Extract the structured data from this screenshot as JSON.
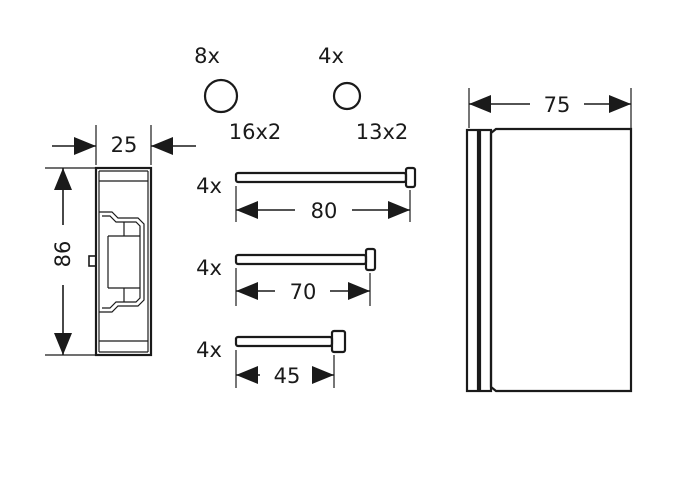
{
  "box": {
    "width_label": "25",
    "height_label": "86"
  },
  "rings": {
    "large": {
      "qty": "8x",
      "size": "16x2"
    },
    "small": {
      "qty": "4x",
      "size": "13x2"
    }
  },
  "screws": [
    {
      "qty": "4x",
      "length_label": "80"
    },
    {
      "qty": "4x",
      "length_label": "70"
    },
    {
      "qty": "4x",
      "length_label": "45"
    }
  ],
  "extension": {
    "depth_label": "75"
  }
}
